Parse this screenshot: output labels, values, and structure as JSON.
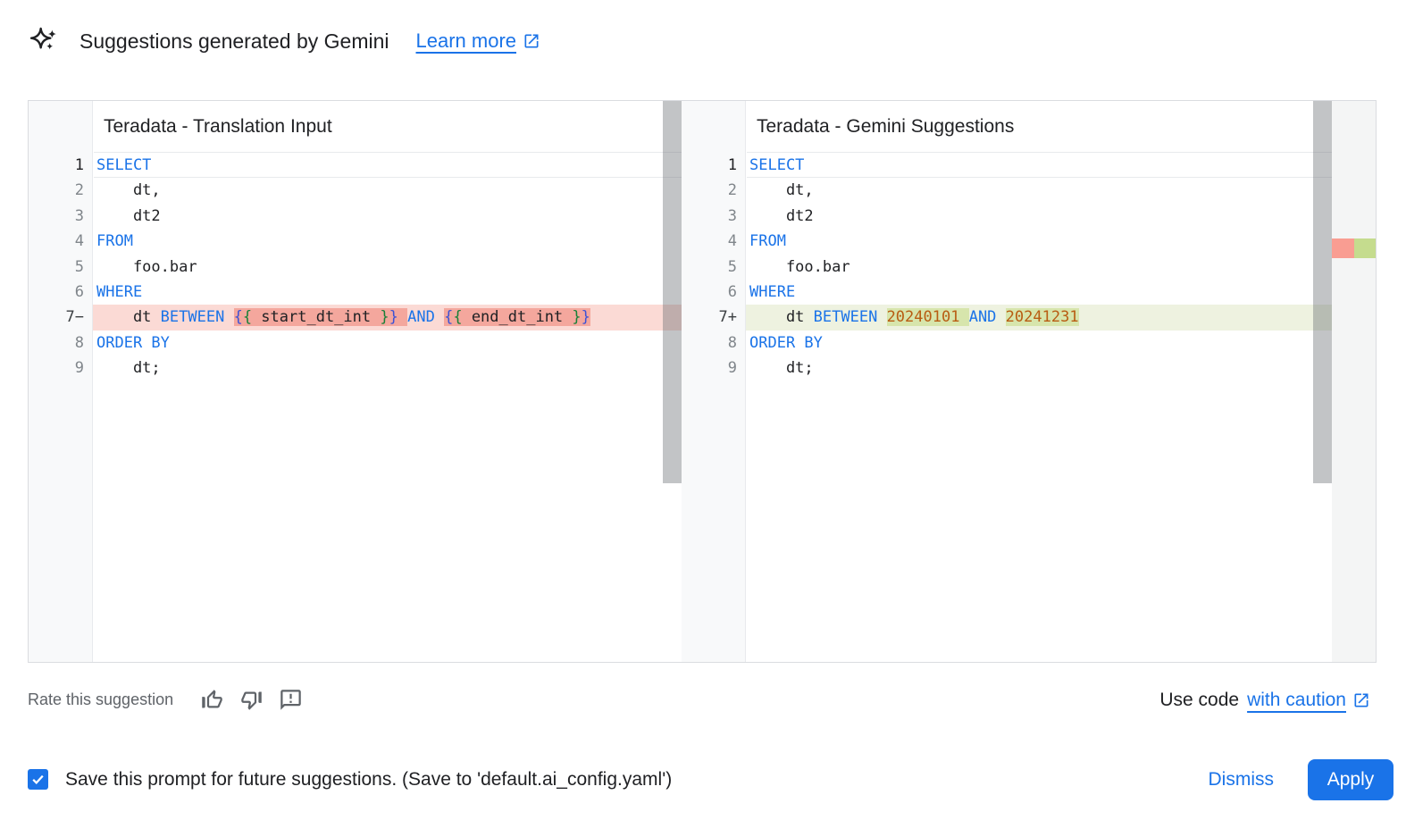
{
  "header": {
    "title": "Suggestions generated by Gemini",
    "learn_more_label": "Learn more"
  },
  "diff": {
    "panes": [
      {
        "title": "Teradata - Translation Input",
        "change_type": "removed",
        "lines": [
          {
            "n": "1",
            "sign": "",
            "change": "",
            "tokens": [
              [
                "SELECT",
                "kw",
                0
              ]
            ]
          },
          {
            "n": "2",
            "sign": "",
            "change": "",
            "tokens": [
              [
                "    dt,",
                "pl",
                0
              ]
            ]
          },
          {
            "n": "3",
            "sign": "",
            "change": "",
            "tokens": [
              [
                "    dt2",
                "pl",
                0
              ]
            ]
          },
          {
            "n": "4",
            "sign": "",
            "change": "",
            "tokens": [
              [
                "FROM",
                "kw",
                0
              ]
            ]
          },
          {
            "n": "5",
            "sign": "",
            "change": "",
            "tokens": [
              [
                "    foo.bar",
                "pl",
                0
              ]
            ]
          },
          {
            "n": "6",
            "sign": "",
            "change": "",
            "tokens": [
              [
                "WHERE",
                "kw",
                0
              ]
            ]
          },
          {
            "n": "7",
            "sign": "−",
            "change": "removed",
            "tokens": [
              [
                "    dt ",
                "pl",
                0
              ],
              [
                "BETWEEN",
                "kw",
                0
              ],
              [
                " ",
                "pl",
                0
              ],
              [
                "{",
                "brb",
                1
              ],
              [
                "{",
                "brg",
                1
              ],
              [
                " start_dt_int ",
                "pl",
                1
              ],
              [
                "}",
                "brg",
                1
              ],
              [
                "}",
                "brb",
                1
              ],
              [
                " ",
                "pl",
                1
              ],
              [
                "AND",
                "kw",
                0
              ],
              [
                " ",
                "pl",
                0
              ],
              [
                "{",
                "brb",
                1
              ],
              [
                "{",
                "brg",
                1
              ],
              [
                " end_dt_int ",
                "pl",
                1
              ],
              [
                "}",
                "brg",
                1
              ],
              [
                "}",
                "brb",
                1
              ]
            ]
          },
          {
            "n": "8",
            "sign": "",
            "change": "",
            "tokens": [
              [
                "ORDER BY",
                "kw",
                0
              ]
            ]
          },
          {
            "n": "9",
            "sign": "",
            "change": "",
            "tokens": [
              [
                "    dt;",
                "pl",
                0
              ]
            ]
          }
        ]
      },
      {
        "title": "Teradata - Gemini Suggestions",
        "change_type": "added",
        "lines": [
          {
            "n": "1",
            "sign": "",
            "change": "",
            "tokens": [
              [
                "SELECT",
                "kw",
                0
              ]
            ]
          },
          {
            "n": "2",
            "sign": "",
            "change": "",
            "tokens": [
              [
                "    dt,",
                "pl",
                0
              ]
            ]
          },
          {
            "n": "3",
            "sign": "",
            "change": "",
            "tokens": [
              [
                "    dt2",
                "pl",
                0
              ]
            ]
          },
          {
            "n": "4",
            "sign": "",
            "change": "",
            "tokens": [
              [
                "FROM",
                "kw",
                0
              ]
            ]
          },
          {
            "n": "5",
            "sign": "",
            "change": "",
            "tokens": [
              [
                "    foo.bar",
                "pl",
                0
              ]
            ]
          },
          {
            "n": "6",
            "sign": "",
            "change": "",
            "tokens": [
              [
                "WHERE",
                "kw",
                0
              ]
            ]
          },
          {
            "n": "7",
            "sign": "+",
            "change": "added",
            "tokens": [
              [
                "    dt ",
                "pl",
                0
              ],
              [
                "BETWEEN",
                "kw",
                0
              ],
              [
                " ",
                "pl",
                0
              ],
              [
                "20240101",
                "num",
                1
              ],
              [
                " ",
                "pl",
                1
              ],
              [
                "AND",
                "kw",
                0
              ],
              [
                " ",
                "pl",
                0
              ],
              [
                "20241231",
                "num",
                1
              ]
            ]
          },
          {
            "n": "8",
            "sign": "",
            "change": "",
            "tokens": [
              [
                "ORDER BY",
                "kw",
                0
              ]
            ]
          },
          {
            "n": "9",
            "sign": "",
            "change": "",
            "tokens": [
              [
                "    dt;",
                "pl",
                0
              ]
            ]
          }
        ]
      }
    ]
  },
  "footer": {
    "rate_label": "Rate this suggestion",
    "use_code_prefix": "Use code",
    "use_code_link": "with caution"
  },
  "action_bar": {
    "checkbox_checked": true,
    "save_label": "Save this prompt for future suggestions. (Save to 'default.ai_config.yaml')",
    "dismiss_label": "Dismiss",
    "apply_label": "Apply"
  },
  "icons": [
    "gemini-sparkle",
    "external-link",
    "thumb-up",
    "thumb-down",
    "feedback",
    "checkbox-check"
  ],
  "colors": {
    "accent_blue": "#1a73e8",
    "keyword": "#1a73e8",
    "number_literal": "#b85c12",
    "bracket_outer": "#3d52d5",
    "bracket_inner": "#188038",
    "removed_line_bg": "#fbdad5",
    "removed_word_bg": "#f4a79d",
    "added_line_bg": "#eef2e0",
    "added_word_bg": "#d7e5ac",
    "ruler_removed": "#f99d92",
    "ruler_added": "#c5dc8e"
  }
}
